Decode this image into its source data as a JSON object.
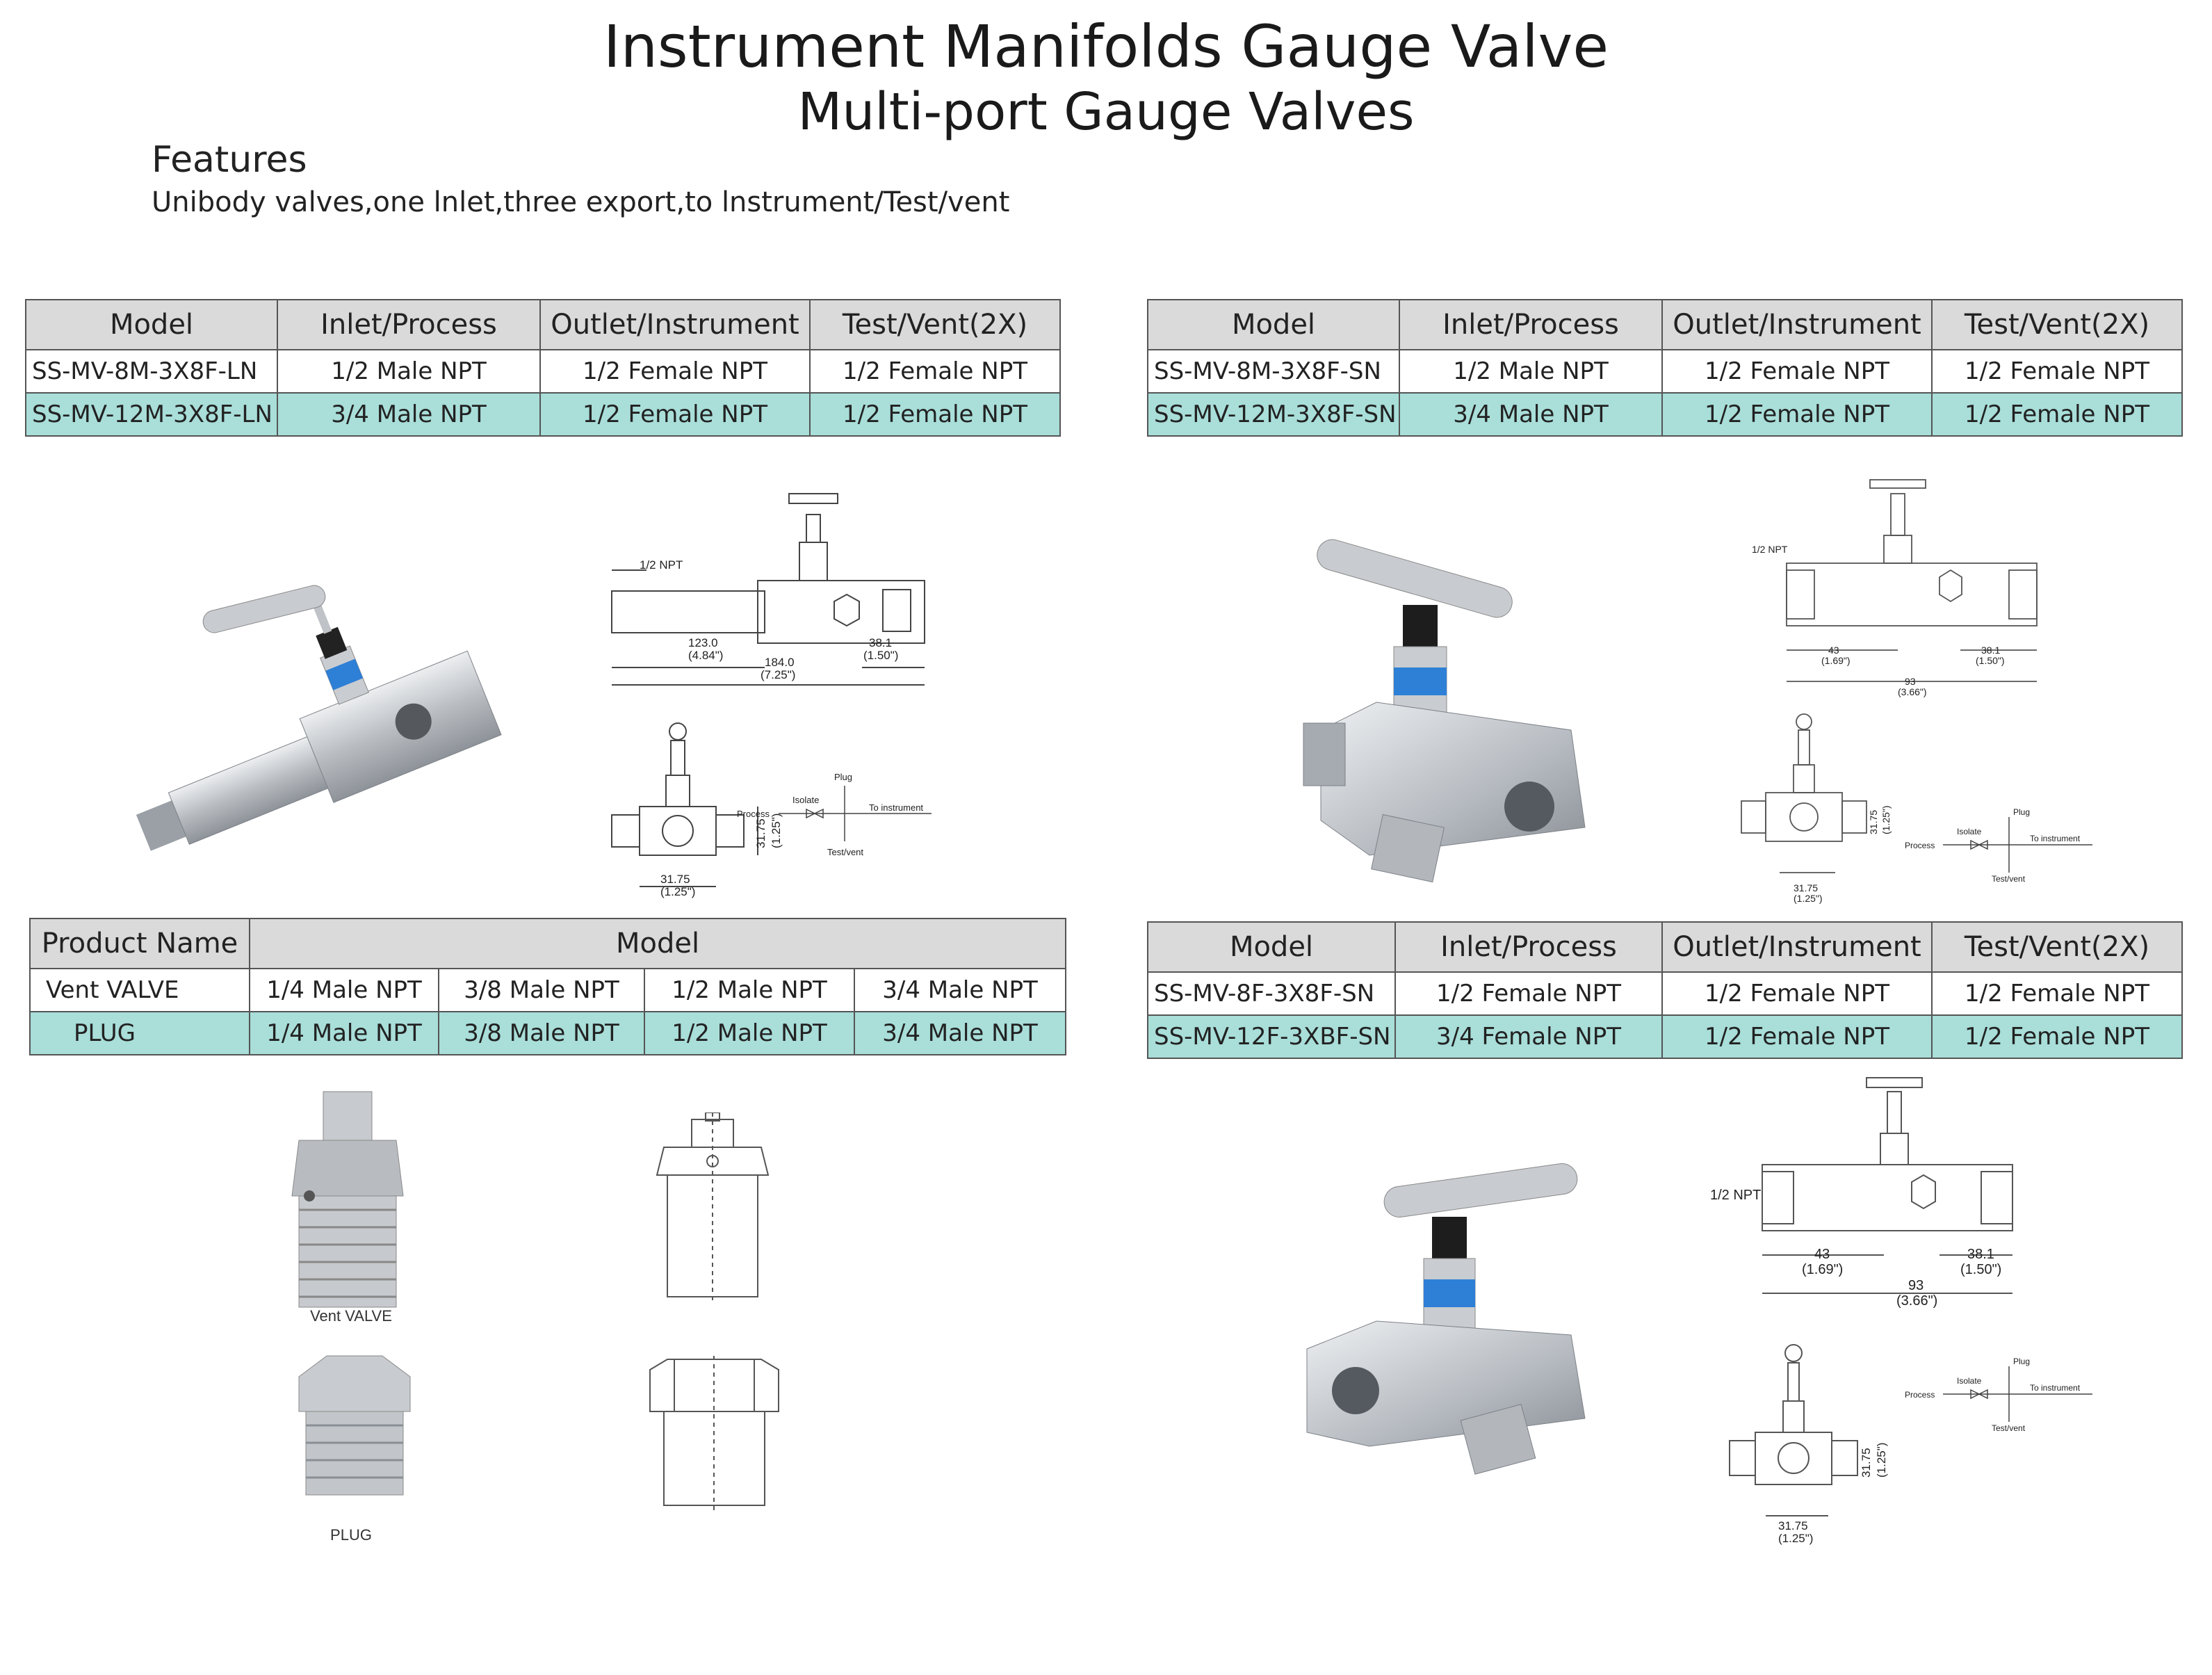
{
  "page": {
    "title": "Instrument Manifolds Gauge Valve",
    "subtitle": "Multi-port Gauge Valves",
    "features_heading": "Features",
    "features_text": "Unibody valves,one lnlet,three export,to lnstrument/Test/vent"
  },
  "table_a": {
    "headers": [
      "Model",
      "Inlet/Process",
      "Outlet/Instrument",
      "Test/Vent(2X)"
    ],
    "rows": [
      [
        "SS-MV-8M-3X8F-LN",
        "1/2 Male NPT",
        "1/2 Female NPT",
        "1/2 Female NPT"
      ],
      [
        "SS-MV-12M-3X8F-LN",
        "3/4 Male NPT",
        "1/2 Female NPT",
        "1/2 Female NPT"
      ]
    ]
  },
  "table_b": {
    "headers": [
      "Model",
      "Inlet/Process",
      "Outlet/Instrument",
      "Test/Vent(2X)"
    ],
    "rows": [
      [
        "SS-MV-8M-3X8F-SN",
        "1/2 Male NPT",
        "1/2 Female NPT",
        "1/2 Female NPT"
      ],
      [
        "SS-MV-12M-3X8F-SN",
        "3/4 Male NPT",
        "1/2 Female NPT",
        "1/2 Female NPT"
      ]
    ]
  },
  "table_c": {
    "headers": [
      "Product Name",
      "Model"
    ],
    "rows": [
      [
        "Vent VALVE",
        "1/4 Male NPT",
        "3/8 Male NPT",
        "1/2 Male NPT",
        "3/4 Male NPT"
      ],
      [
        "PLUG",
        "1/4 Male NPT",
        "3/8 Male NPT",
        "1/2 Male NPT",
        "3/4 Male NPT"
      ]
    ]
  },
  "table_d": {
    "headers": [
      "Model",
      "Inlet/Process",
      "Outlet/Instrument",
      "Test/Vent(2X)"
    ],
    "rows": [
      [
        "SS-MV-8F-3X8F-SN",
        "1/2 Female NPT",
        "1/2 Female NPT",
        "1/2 Female NPT"
      ],
      [
        "SS-MV-12F-3XBF-SN",
        "3/4 Female NPT",
        "1/2 Female NPT",
        "1/2 Female NPT"
      ]
    ]
  },
  "drawing_a": {
    "npt": "1/2 NPT",
    "dim1": "123.0",
    "dim1_in": "(4.84\")",
    "dim2": "184.0",
    "dim2_in": "(7.25\")",
    "dim3": "38.1",
    "dim3_in": "(1.50\")",
    "dim4": "31.75",
    "dim4_in": "(1.25\")",
    "dim5": "31.75",
    "dim5_in": "(1.25\")"
  },
  "drawing_b": {
    "npt": "1/2 NPT",
    "dim1": "43",
    "dim1_in": "(1.69\")",
    "dim2": "93",
    "dim2_in": "(3.66\")",
    "dim3": "38.1",
    "dim3_in": "(1.50\")",
    "dim4": "31.75",
    "dim4_in": "(1.25\")",
    "dim5": "31.75",
    "dim5_in": "(1.25\")"
  },
  "drawing_d": {
    "npt": "1/2 NPT",
    "dim1": "43",
    "dim1_in": "(1.69\")",
    "dim2": "93",
    "dim2_in": "(3.66\")",
    "dim3": "38.1",
    "dim3_in": "(1.50\")",
    "dim4": "31.75",
    "dim4_in": "(1.25\")",
    "dim5": "31.75",
    "dim5_in": "(1.25\")"
  },
  "schematic": {
    "plug": "Plug",
    "isolate": "Isolate",
    "process": "Process",
    "to_instrument": "To instrument",
    "test_vent": "Test/vent"
  },
  "captions": {
    "vent_valve": "Vent VALVE",
    "plug": "PLUG"
  },
  "colors": {
    "header_bg": "#dadada",
    "highlight_bg": "#a9ded9",
    "steel": "#c4c7cb",
    "collar_blue": "#2e7fd6"
  }
}
